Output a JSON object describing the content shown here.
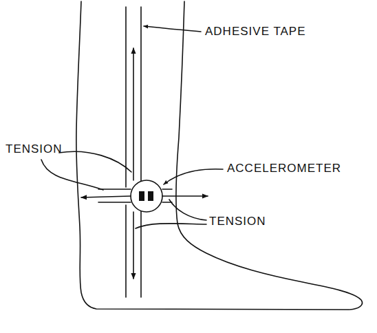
{
  "diagram": {
    "labels": [
      "ADHESIVE TAPE",
      "ACCELEROMETER",
      "TENSION",
      "TENSION"
    ]
  }
}
